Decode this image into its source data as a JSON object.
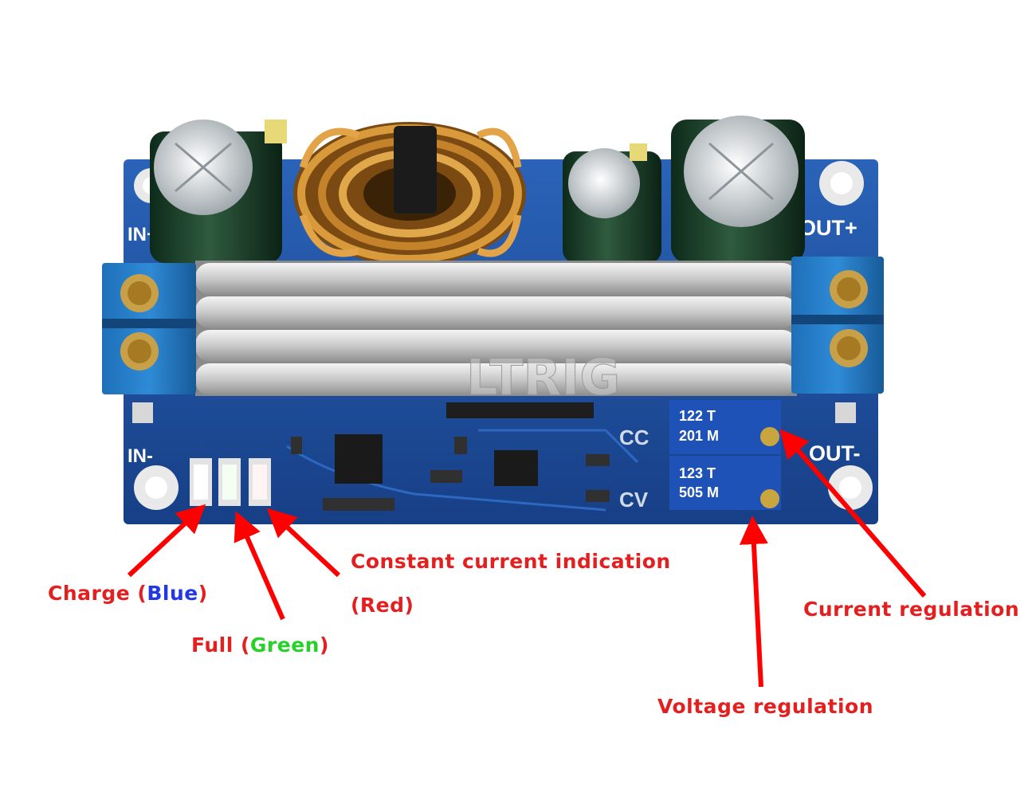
{
  "board": {
    "in_plus": "IN+",
    "in_minus": "IN-",
    "out_plus": "OUT+",
    "out_minus": "OUT-",
    "cc": "CC",
    "cv": "CV",
    "pot_top_code": "122 T",
    "pot_top_code2": "201 M",
    "pot_bottom_code": "123 T",
    "pot_bottom_code2": "505 M",
    "watermark": "LTRIG"
  },
  "annotations": {
    "charge": "Charge (",
    "charge_color": "Blue",
    "charge_close": ")",
    "full": "Full (",
    "full_color": "Green",
    "full_close": ")",
    "constant_current": "Constant current indication",
    "constant_current_color": "(Red)",
    "current_regulation": "Current regulation",
    "voltage_regulation": "Voltage regulation"
  },
  "colors": {
    "pcb": "#1f4f9c",
    "arrow": "#ff0000",
    "label_red": "#e41f1f",
    "label_blue": "#2238e6",
    "label_green": "#28d12a"
  }
}
